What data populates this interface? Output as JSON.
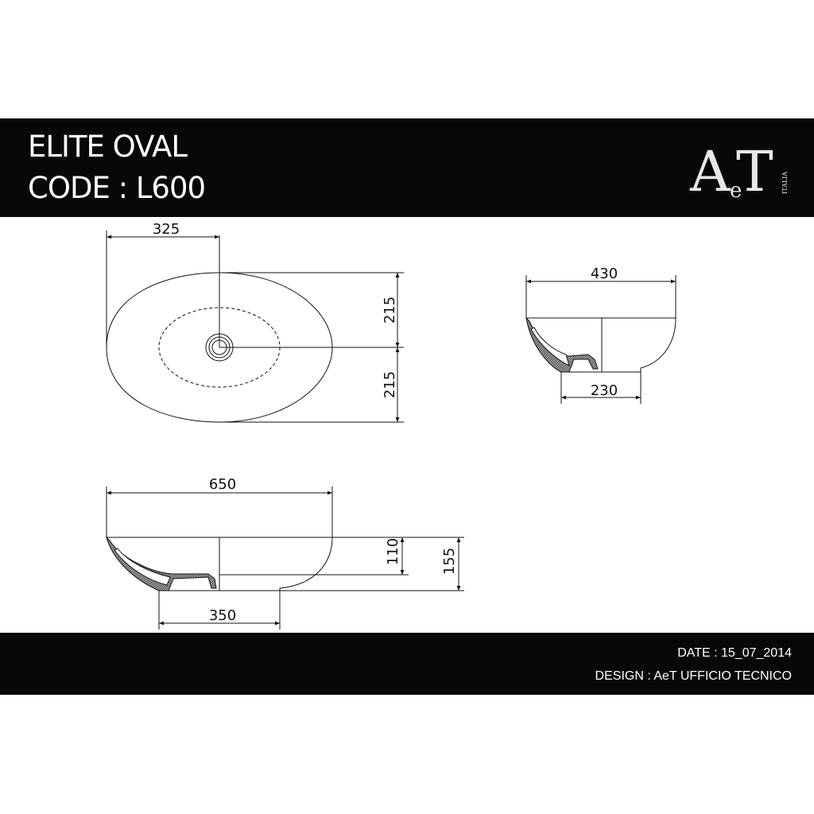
{
  "header": {
    "product_name": "ELITE OVAL",
    "code_line": "CODE : L600",
    "logo": {
      "main": "AeT",
      "sub": "ITALIA"
    }
  },
  "footer": {
    "date_line": "DATE : 15_07_2014",
    "design_line": "DESIGN : AeT UFFICIO TECNICO"
  },
  "drawings": {
    "top_view": {
      "dim_drain_offset": "325",
      "dim_half_width_upper": "215",
      "dim_half_width_lower": "215"
    },
    "side_view_short": {
      "dim_width": "430",
      "dim_base": "230"
    },
    "side_view_long": {
      "dim_length": "650",
      "dim_base": "350",
      "dim_inner_depth": "110",
      "dim_total_height": "155"
    }
  },
  "colors": {
    "band": "#080808",
    "line": "#111111",
    "text_light": "#ffffff"
  }
}
